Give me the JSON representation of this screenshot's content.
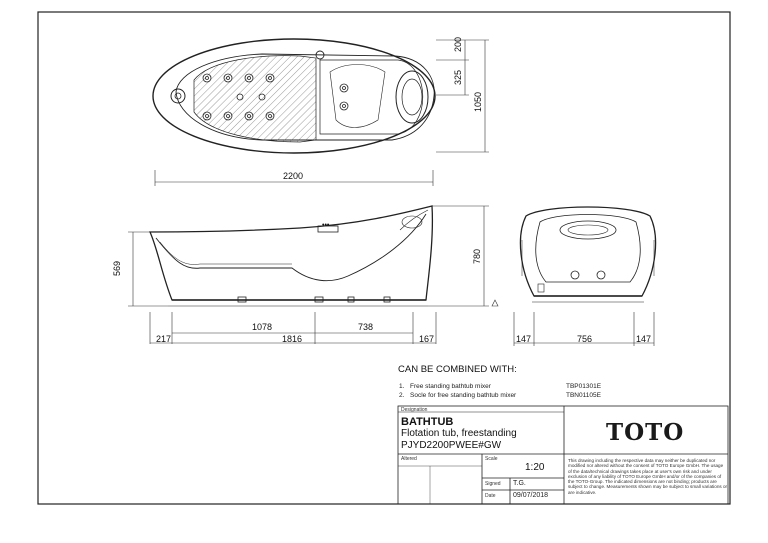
{
  "dimensions": {
    "top_200": "200",
    "top_325": "325",
    "top_1050": "1050",
    "top_2200": "2200",
    "side_569": "569",
    "side_780": "780",
    "side_217": "217",
    "side_1078": "1078",
    "side_738": "738",
    "side_1816": "1816",
    "side_167": "167",
    "front_147_left": "147",
    "front_756": "756",
    "front_147_right": "147"
  },
  "combined": {
    "heading": "CAN BE COMBINED WITH:",
    "items": [
      {
        "num": "1.",
        "text": "Free standing bathtub mixer",
        "code": "TBP01301E"
      },
      {
        "num": "2.",
        "text": "Socle for free standing bathtub mixer",
        "code": "TBN01105E"
      }
    ]
  },
  "title_block": {
    "designation_label": "Designation",
    "product_name": "BATHTUB",
    "description": "Flotation tub, freestanding",
    "model": "PJYD2200PWEE#GW",
    "altered_label": "Altered",
    "scale_label": "Scale",
    "scale_value": "1:20",
    "signed_label": "Signed",
    "signed_value": "T.G.",
    "date_label": "Date",
    "date_value": "09/07/2018",
    "brand": "TOTO",
    "disclaimer": "This drawing including the respective data may neither be duplicated nor modified nor altered without the consent of TOTO Europe GmbH. The usage of the data/technical drawings takes place at user's own risk and under exclusion of any liability of TOTO Europe GmbH and/or of the companies of the TOTO-Group. The indicated dimensions are not binding; products are subject to change. Measurements shown may be subject to small variations or are indicative."
  },
  "panel_label": "•••"
}
